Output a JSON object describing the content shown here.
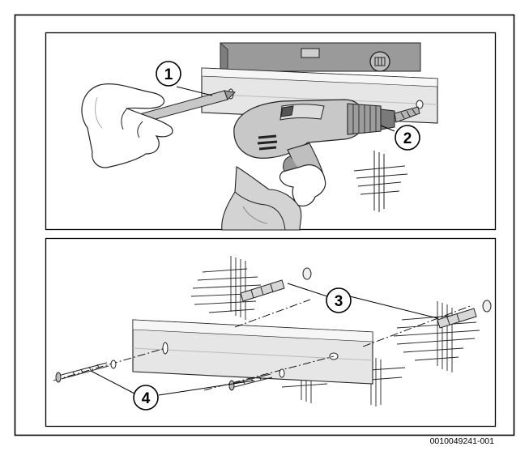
{
  "figure": {
    "top_panel": {
      "callouts": [
        {
          "id": "1",
          "label": "1"
        },
        {
          "id": "2",
          "label": "2"
        }
      ]
    },
    "bottom_panel": {
      "callouts": [
        {
          "id": "3",
          "label": "3"
        },
        {
          "id": "4",
          "label": "4"
        }
      ]
    },
    "figure_code": "0010049241-001"
  }
}
